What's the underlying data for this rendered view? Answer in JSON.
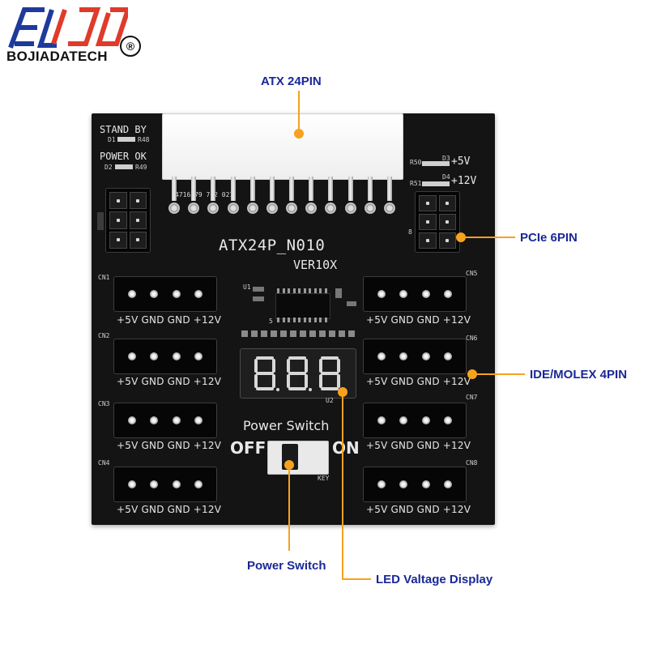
{
  "brand": {
    "name": "BOJIADATECH",
    "reg_mark": "®"
  },
  "callouts": {
    "atx": "ATX 24PIN",
    "pcie": "PCIe 6PIN",
    "molex": "IDE/MOLEX 4PIN",
    "power_switch": "Power Switch",
    "led": "LED Valtage Display"
  },
  "board": {
    "model": "ATX24P_N010",
    "version": "VER10X",
    "stand_by": "STAND BY",
    "power_ok": "POWER OK",
    "atx_part_no": "4716379 7-2 021",
    "led_refs": {
      "d1": "D1",
      "d2": "D2",
      "r48": "R48",
      "r49": "R49"
    },
    "pcie_leds": [
      {
        "resistor": "R50",
        "diode": "D3",
        "label": "+5V"
      },
      {
        "resistor": "R51",
        "diode": "D4",
        "label": "+12V"
      }
    ],
    "pcie_pin_marker": "8",
    "chip_marks": {
      "u1": "U1",
      "pin5": "5"
    },
    "led_display": {
      "digits": "8.8.8.",
      "ref": "U2"
    },
    "switch_title": "Power Switch",
    "switch_off": "OFF",
    "switch_on": "ON",
    "switch_ref": "KEY",
    "molex_pin_labels": "+5V GND GND +12V",
    "connectors_left": [
      "CN1",
      "CN2",
      "CN3",
      "CN4"
    ],
    "connectors_right": [
      "CN5",
      "CN6",
      "CN7",
      "CN8"
    ]
  },
  "colors": {
    "callout_text": "#1a2896",
    "leader": "#f6a21e",
    "board": "#141414",
    "led_segment": "#d8d8d8"
  }
}
